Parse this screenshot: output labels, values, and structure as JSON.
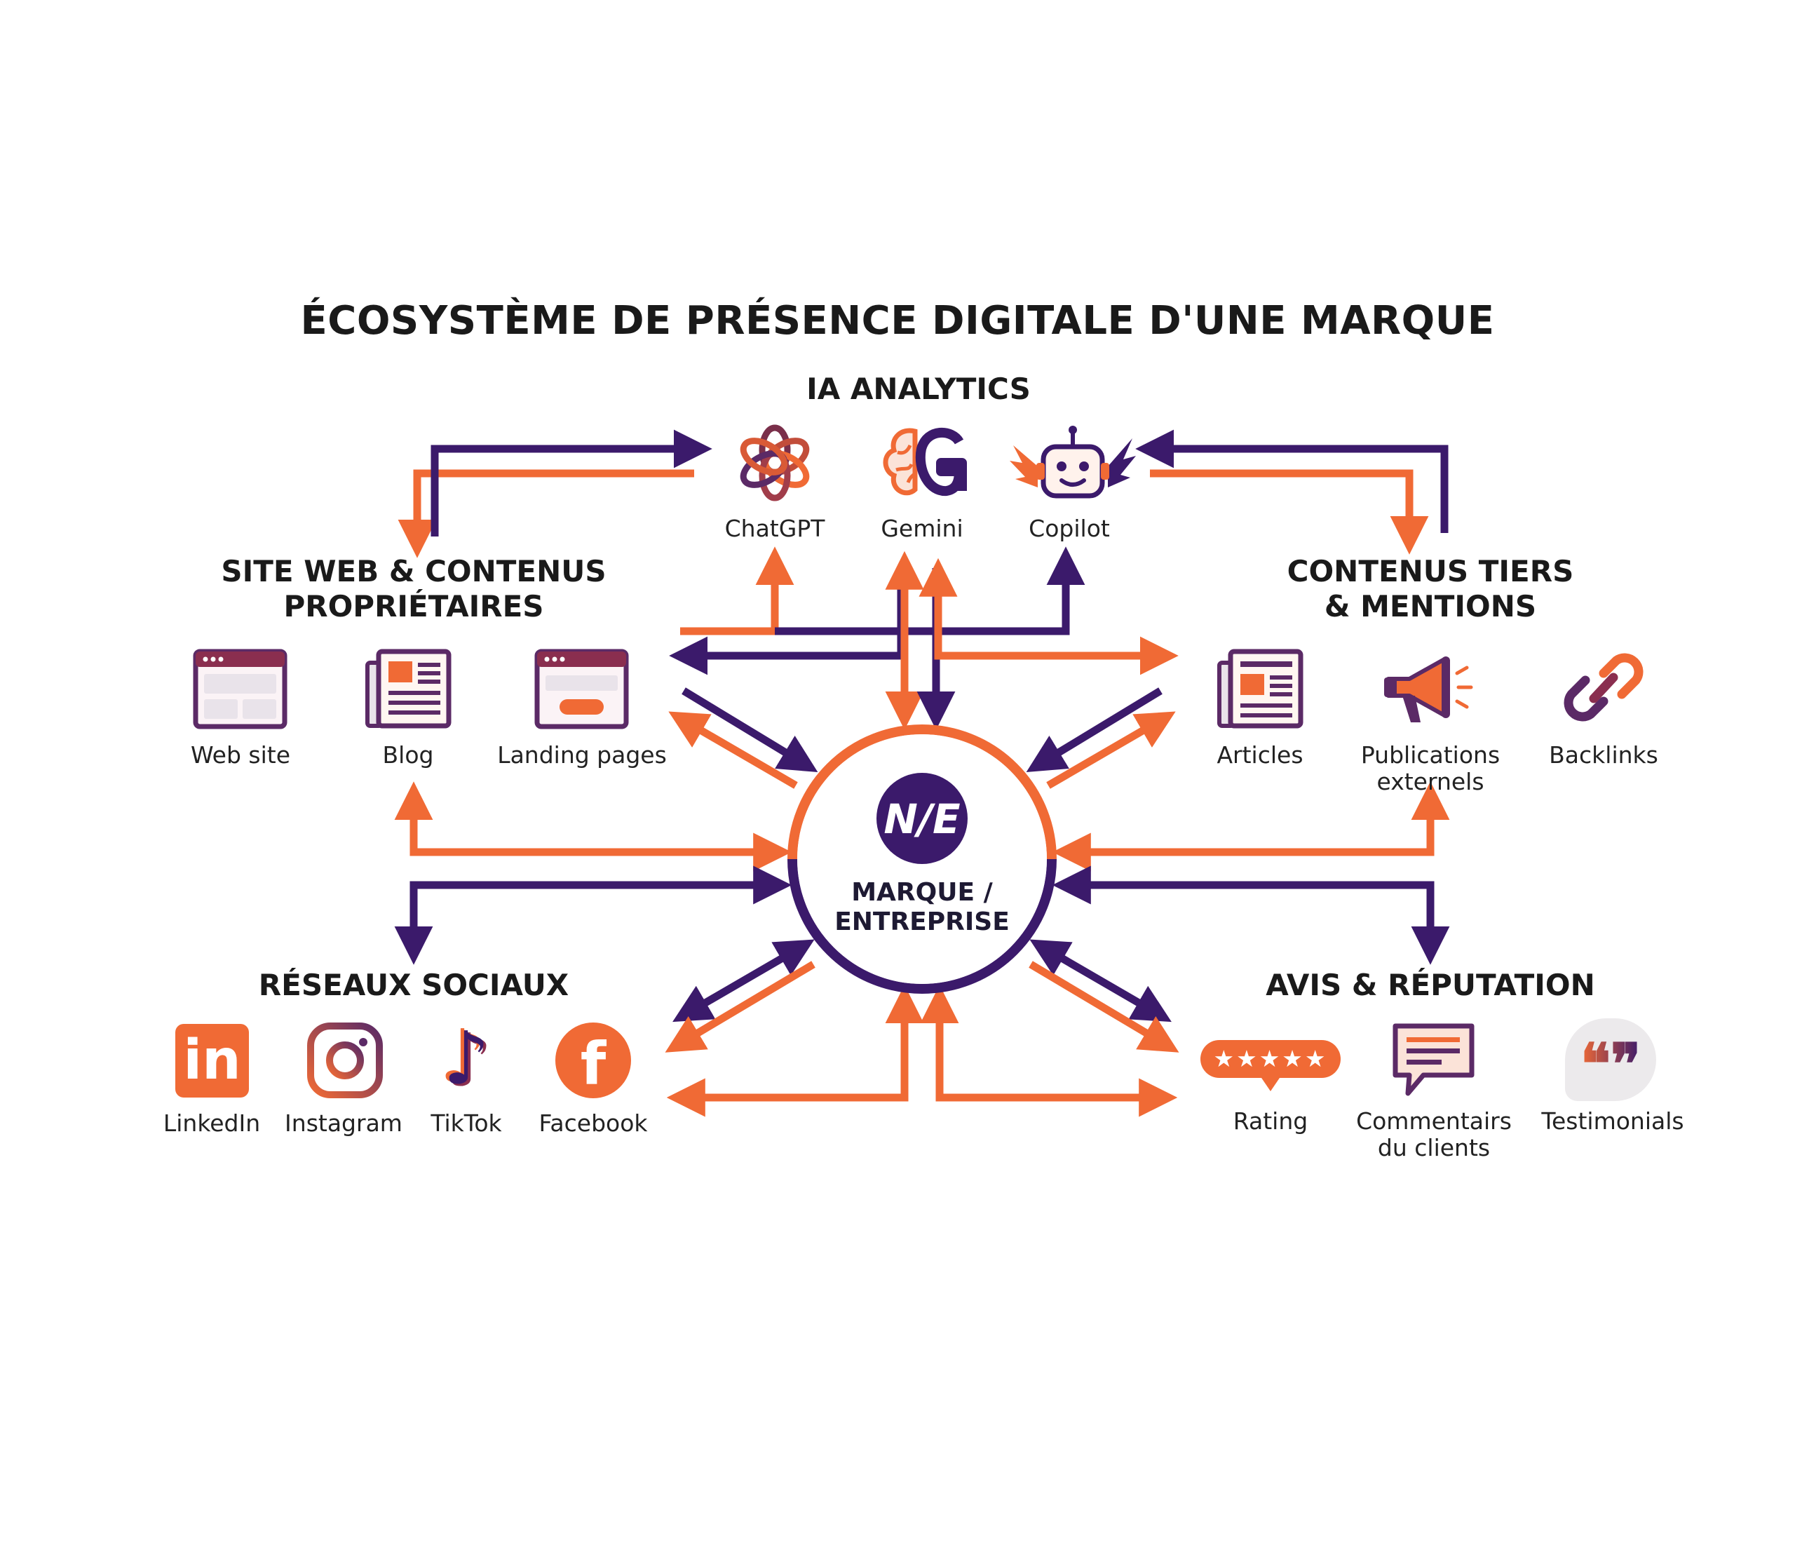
{
  "title": "ÉCOSYSTÈME DE PRÉSENCE DIGITALE D'UNE MARQUE",
  "colors": {
    "orange": "#f06a35",
    "purple": "#3b1a6b",
    "dark": "#1a1a1a"
  },
  "center": {
    "logo": "N/E",
    "line1": "MARQUE /",
    "line2": "ENTREPRISE"
  },
  "sections": {
    "ia": {
      "title": "IA ANALYTICS",
      "items": [
        {
          "label": "ChatGPT",
          "icon": "chatgpt-icon"
        },
        {
          "label": "Gemini",
          "icon": "gemini-brain-icon"
        },
        {
          "label": "Copilot",
          "icon": "copilot-robot-icon"
        }
      ]
    },
    "site": {
      "title_line1": "SITE WEB & CONTENUS",
      "title_line2": "PROPRIÉTAIRES",
      "items": [
        {
          "label": "Web site",
          "icon": "browser-window-icon"
        },
        {
          "label": "Blog",
          "icon": "newspaper-icon"
        },
        {
          "label": "Landing pages",
          "icon": "landing-page-icon"
        }
      ]
    },
    "tiers": {
      "title_line1": "CONTENUS TIERS",
      "title_line2": "& MENTIONS",
      "items": [
        {
          "label": "Articles",
          "icon": "newspaper-icon"
        },
        {
          "label_line1": "Publications",
          "label_line2": "externels",
          "icon": "megaphone-icon"
        },
        {
          "label": "Backlinks",
          "icon": "chain-link-icon"
        }
      ]
    },
    "social": {
      "title": "RÉSEAUX SOCIAUX",
      "items": [
        {
          "label": "LinkedIn",
          "icon": "linkedin-icon",
          "glyph": "in"
        },
        {
          "label": "Instagram",
          "icon": "instagram-icon"
        },
        {
          "label": "TikTok",
          "icon": "tiktok-icon",
          "glyph": "♪"
        },
        {
          "label": "Facebook",
          "icon": "facebook-icon",
          "glyph": "f"
        }
      ]
    },
    "avis": {
      "title": "AVIS & RÉPUTATION",
      "items": [
        {
          "label": "Rating",
          "icon": "star-rating-icon",
          "glyph": "★★★★★"
        },
        {
          "label_line1": "Commentairs",
          "label_line2": "du clients",
          "icon": "comment-bubble-icon"
        },
        {
          "label": "Testimonials",
          "icon": "quote-bubble-icon",
          "glyph": "❝❞"
        }
      ]
    }
  }
}
